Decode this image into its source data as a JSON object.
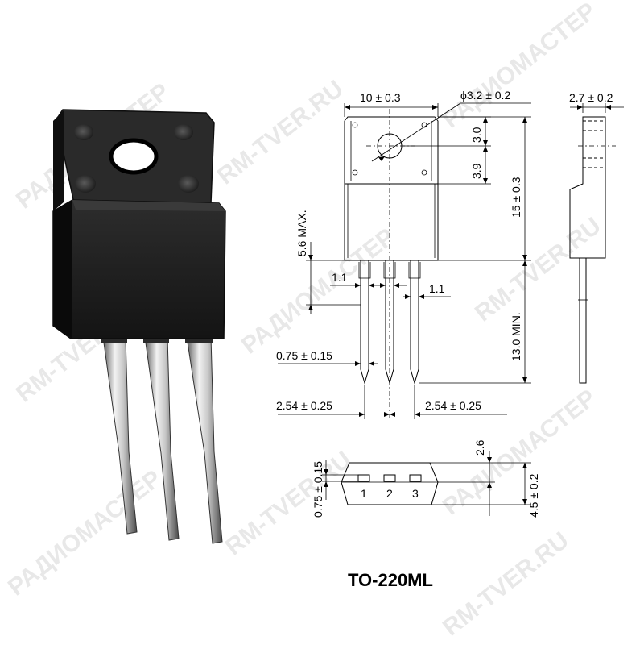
{
  "package_name": "TO-220ML",
  "front_view": {
    "width": "10 ± 0.3",
    "hole_diameter": "ϕ3.2 ± 0.2",
    "hole_offset_top": "3.0",
    "hole_to_body": "3.9",
    "body_height": "15 ± 0.3",
    "max_side": "5.6 MAX.",
    "lead_width_left": "1.1",
    "lead_width_right": "1.1",
    "lead_thickness": "0.75 ± 0.15",
    "lead_length": "13.0 MIN.",
    "pitch_left": "2.54 ± 0.25",
    "pitch_right": "2.54 ± 0.25"
  },
  "side_view": {
    "thickness": "2.7 ± 0.2"
  },
  "bottom_view": {
    "lead_thickness": "0.75 ± 0.15",
    "standoff": "2.6",
    "depth": "4.5 ± 0.2",
    "pins": [
      "1",
      "2",
      "3"
    ]
  },
  "watermarks": [
    "РАДИОМАСТЕР",
    "RM-TVER.RU"
  ]
}
